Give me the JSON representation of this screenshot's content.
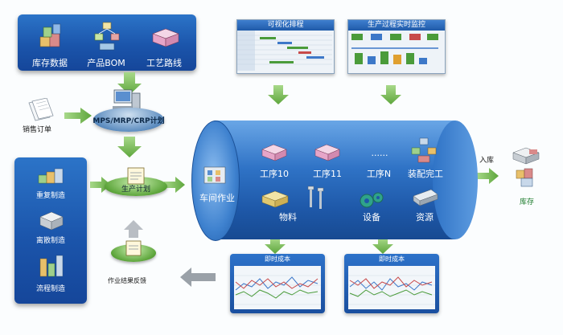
{
  "top_panel": {
    "items": [
      {
        "label": "库存数据",
        "icon": "inventory-boxes-icon"
      },
      {
        "label": "产品BOM",
        "icon": "product-bom-icon"
      },
      {
        "label": "工艺路线",
        "icon": "process-route-icon"
      }
    ]
  },
  "screens": [
    {
      "title": "可视化排程"
    },
    {
      "title": "生产过程实时监控"
    }
  ],
  "mps_label": "MPS/MRP/CRP计划",
  "sales_order_label": "销售订单",
  "production_plan_label": "生产计划",
  "feedback_label": "作业结果反馈",
  "left_panel": {
    "items": [
      {
        "label": "重复制造",
        "icon": "repetitive-manufacturing-icon"
      },
      {
        "label": "离散制造",
        "icon": "discrete-manufacturing-icon"
      },
      {
        "label": "流程制造",
        "icon": "process-manufacturing-icon"
      }
    ]
  },
  "workshop": {
    "title": "车间作业",
    "ops": [
      "工序10",
      "工序11",
      "......",
      "工序N",
      "装配完工"
    ],
    "resources": [
      "物料",
      "设备",
      "资源"
    ]
  },
  "inbound_label": "入库",
  "stock_label": "库存",
  "cost_charts": [
    {
      "title": "即时成本"
    },
    {
      "title": "即时成本"
    }
  ],
  "colors": {
    "panel_blue": "#1b55ab",
    "arrow_green": "#6fb84a",
    "cylinder_blue": "#2f73c6"
  }
}
